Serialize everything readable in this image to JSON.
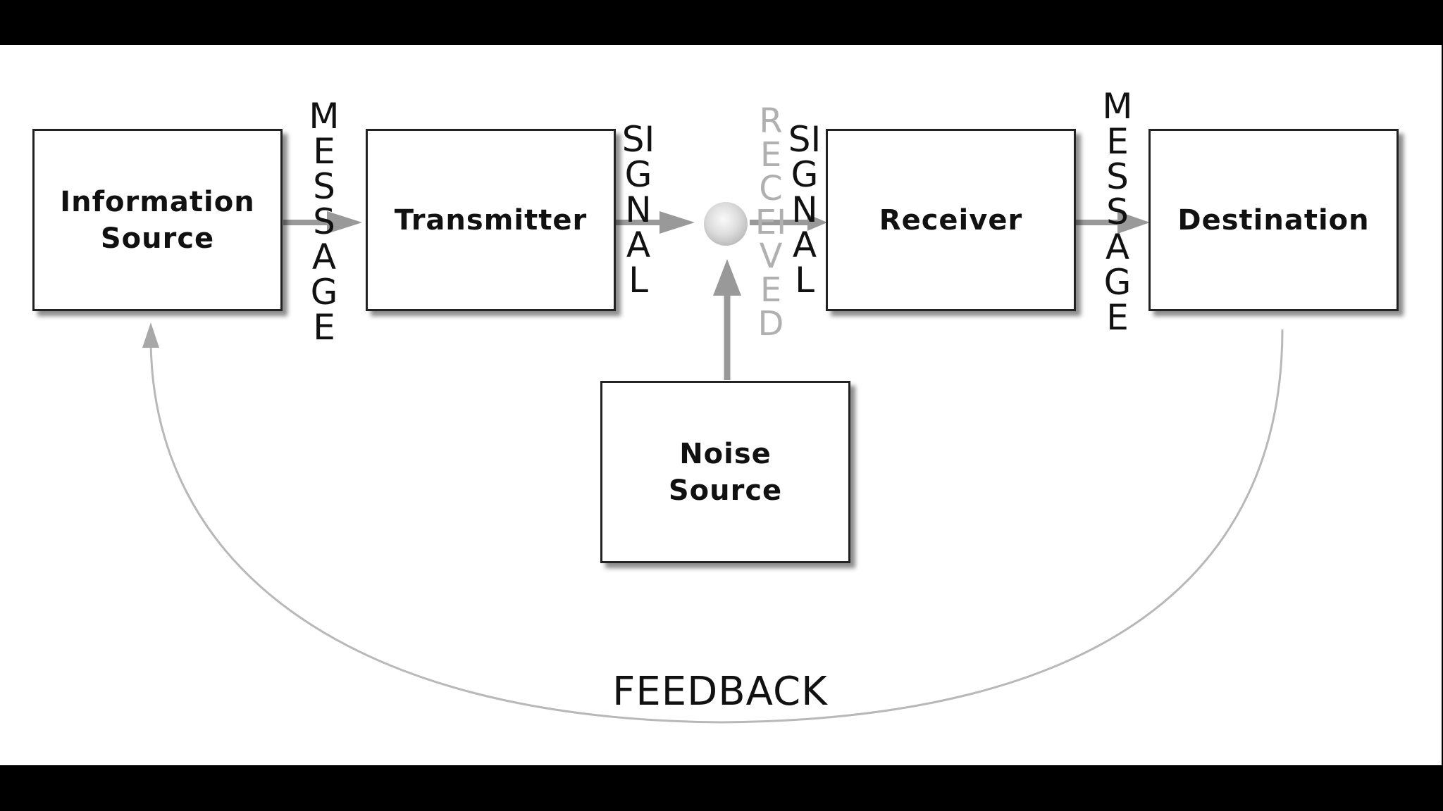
{
  "colors": {
    "frame": "#000000",
    "canvas": "#ffffff",
    "box_border": "#222222",
    "arrow": "#999999",
    "received_text": "#b0b0b0",
    "text": "#111111"
  },
  "boxes": {
    "information_source": "Information\nSource",
    "transmitter": "Transmitter",
    "receiver": "Receiver",
    "destination": "Destination",
    "noise_source": "Noise\nSource"
  },
  "labels": {
    "message_left": "MESSAGE",
    "signal": "SIGNAL",
    "received": "RECEIVED",
    "received_signal": "SIGNAL",
    "message_right": "MESSAGE",
    "feedback": "FEEDBACK"
  }
}
